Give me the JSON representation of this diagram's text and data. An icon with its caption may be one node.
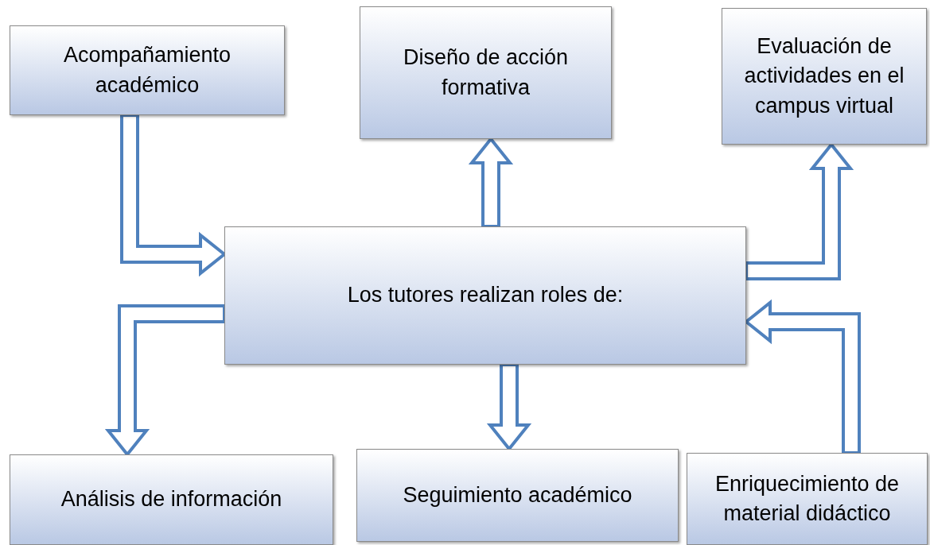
{
  "diagram": {
    "nodes": [
      {
        "text": [
          "Acompañamiento académico"
        ]
      },
      {
        "text": [
          "Diseño de acción formativa"
        ]
      },
      {
        "text": [
          "Evaluación de actividades en el campus virtual"
        ]
      },
      {
        "text": [
          "Los tutores realizan roles de:"
        ]
      },
      {
        "text": [
          "Análisis de información"
        ]
      },
      {
        "text": [
          "Seguimiento académico"
        ]
      },
      {
        "text": [
          "Enriquecimiento de material didáctico"
        ]
      }
    ],
    "edges": [
      {
        "from": 0,
        "to": 3,
        "arrow": "to"
      },
      {
        "from": 3,
        "to": 1,
        "arrow": "to"
      },
      {
        "from": 3,
        "to": 4,
        "arrow": "to"
      },
      {
        "from": 3,
        "to": 5,
        "arrow": "to"
      },
      {
        "from": 3,
        "to": 2,
        "arrow": "to"
      },
      {
        "from": 6,
        "to": 3,
        "arrow": "to"
      }
    ]
  }
}
